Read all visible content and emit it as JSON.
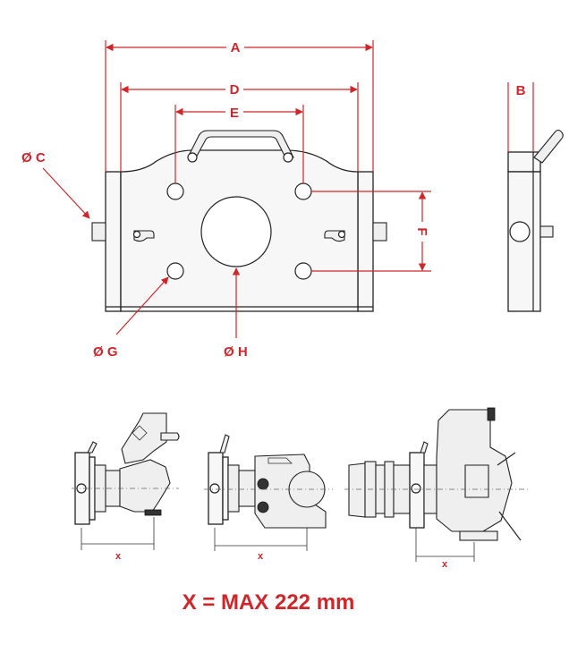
{
  "labels": {
    "A": "A",
    "B": "B",
    "C": "Ø C",
    "D": "D",
    "E": "E",
    "F": "F",
    "G": "Ø G",
    "H": "Ø H",
    "x": "x"
  },
  "note": "X = MAX 222 mm",
  "colors": {
    "dimension": "#d0262a",
    "line": "#222222"
  }
}
